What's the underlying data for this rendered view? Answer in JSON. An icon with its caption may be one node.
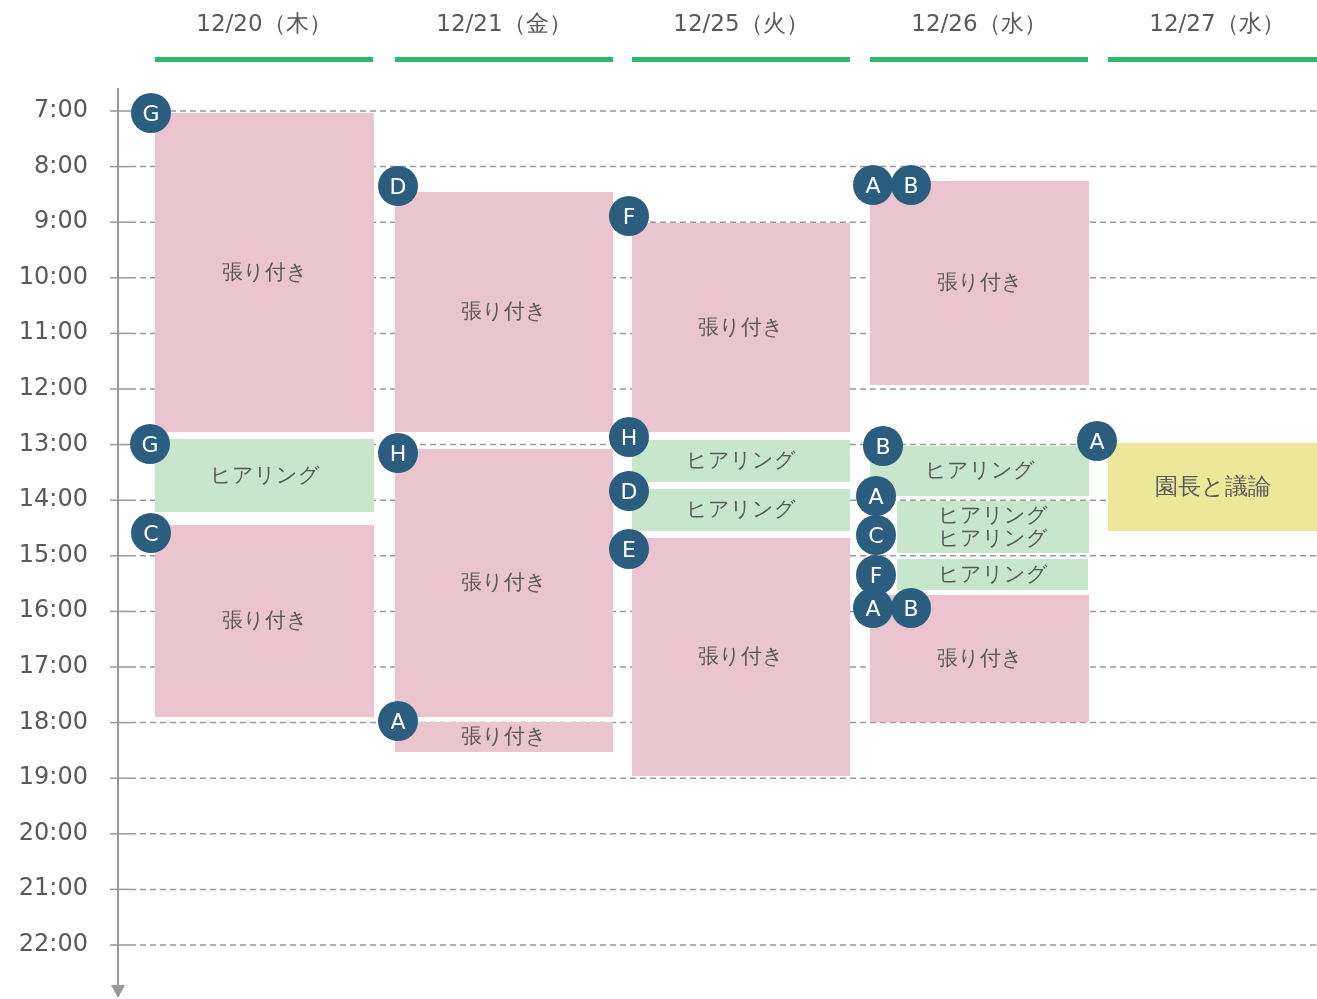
{
  "diagram": {
    "nodes": [
      {
        "text": [
          "張り付き"
        ]
      },
      {
        "text": [
          "G"
        ]
      },
      {
        "text": [
          "ヒアリング"
        ]
      },
      {
        "text": [
          "G"
        ]
      },
      {
        "text": [
          "張り付き"
        ]
      },
      {
        "text": [
          "C"
        ]
      },
      {
        "text": [
          "張り付き"
        ]
      },
      {
        "text": [
          "D"
        ]
      },
      {
        "text": [
          "張り付き"
        ]
      },
      {
        "text": [
          "H"
        ]
      },
      {
        "text": [
          "張り付き"
        ]
      },
      {
        "text": [
          "A"
        ]
      },
      {
        "text": [
          "張り付き"
        ]
      },
      {
        "text": [
          "F"
        ]
      },
      {
        "text": [
          "ヒアリング"
        ]
      },
      {
        "text": [
          "H"
        ]
      },
      {
        "text": [
          "ヒアリング"
        ]
      },
      {
        "text": [
          "D"
        ]
      },
      {
        "text": [
          "張り付き"
        ]
      },
      {
        "text": [
          "E"
        ]
      },
      {
        "text": [
          "張り付き"
        ]
      },
      {
        "text": [
          "A"
        ]
      },
      {
        "text": [
          "B"
        ]
      },
      {
        "text": [
          "ヒアリング"
        ]
      },
      {
        "text": [
          "B"
        ]
      },
      {
        "text": [
          "ヒアリング",
          "ヒアリング"
        ]
      },
      {
        "text": [
          "A"
        ]
      },
      {
        "text": [
          "C"
        ]
      },
      {
        "text": [
          "ヒアリング"
        ]
      },
      {
        "text": [
          "F"
        ]
      },
      {
        "text": [
          "張り付き"
        ]
      },
      {
        "text": [
          "A"
        ]
      },
      {
        "text": [
          "B"
        ]
      },
      {
        "text": [
          "園長と議論"
        ]
      },
      {
        "text": [
          "A"
        ]
      }
    ],
    "labels": [
      "12/20（木）",
      "12/21（金）",
      "12/25（火）",
      "12/26（水）",
      "12/27（水）",
      "7:00",
      "8:00",
      "9:00",
      "10:00",
      "11:00",
      "12:00",
      "13:00",
      "14:00",
      "15:00",
      "16:00",
      "17:00",
      "18:00",
      "19:00",
      "20:00",
      "21:00",
      "22:00"
    ]
  }
}
